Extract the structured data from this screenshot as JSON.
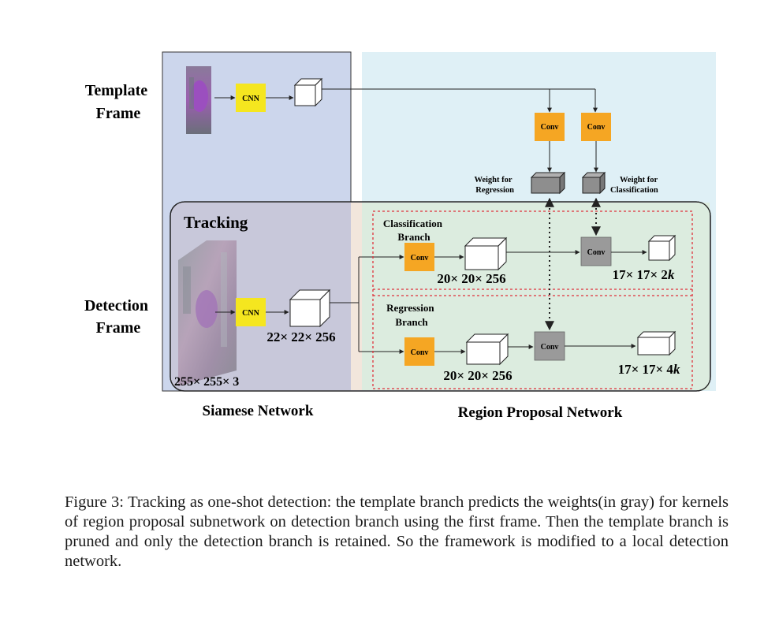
{
  "labels": {
    "template_frame": [
      "Template",
      "Frame"
    ],
    "detection_frame": [
      "Detection",
      "Frame"
    ],
    "tracking": "Tracking",
    "siamese_network": "Siamese Network",
    "region_proposal_network": "Region Proposal Network"
  },
  "blocks": {
    "cnn": "CNN",
    "conv": "Conv"
  },
  "weights": {
    "regression": [
      "Weight for",
      "Regression"
    ],
    "classification": [
      "Weight for",
      "Classification"
    ]
  },
  "branches": {
    "classification": [
      "Classification",
      "Branch"
    ],
    "regression": [
      "Regression",
      "Branch"
    ]
  },
  "dims": {
    "input": "255× 255× 3",
    "detection_feat": "22× 22× 256",
    "cls_feat": "20× 20× 256",
    "reg_feat": "20× 20× 256",
    "cls_out_prefix": "17× 17× 2",
    "cls_out_var": "k",
    "reg_out_prefix": "17× 17× 4",
    "reg_out_var": "k"
  },
  "colors": {
    "siamese_bg": "#ccd6ec",
    "rpn_bg": "#dff0f6",
    "tracking_bg": "#c8c8da",
    "tracking_rpn_bg": "#dcecdf",
    "cnn_yellow": "#f5e61f",
    "conv_orange": "#f5a623",
    "gray_block": "#9a9a9a",
    "dashed_red": "#e0303a"
  },
  "caption": "Figure 3: Tracking as one-shot detection: the template branch predicts the weights(in gray) for kernels of region proposal subnetwork on detection branch using the first frame. Then the template branch is pruned and only the detection branch is retained. So the framework is modified to a local detection network."
}
